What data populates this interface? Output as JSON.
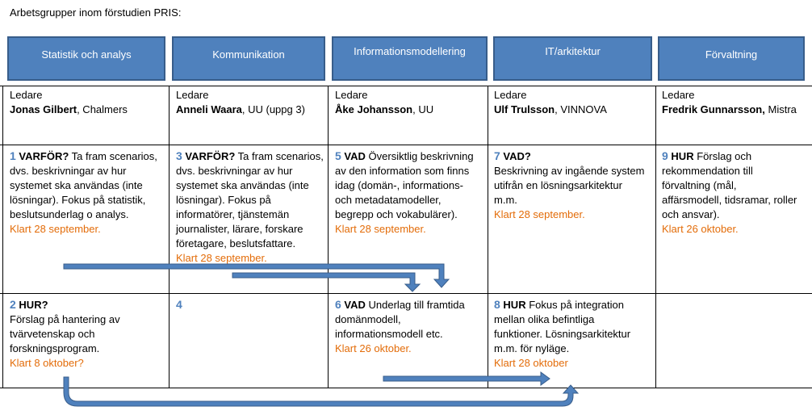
{
  "title": "Arbetsgrupper inom förstudien PRIS:",
  "columns": [
    {
      "header": "Statistik och analys",
      "leader_label": "Ledare",
      "leader_name": "Jonas Gilbert",
      "leader_org": ", Chalmers"
    },
    {
      "header": "Kommunikation",
      "leader_label": "Ledare",
      "leader_name": "Anneli Waara",
      "leader_org": ", UU (uppg 3)"
    },
    {
      "header": "Informationsmodellering",
      "leader_label": "Ledare",
      "leader_name": "Åke Johansson",
      "leader_org": ", UU"
    },
    {
      "header": "IT/arkitektur",
      "leader_label": "Ledare",
      "leader_name": "Ulf Trulsson",
      "leader_org": ", VINNOVA"
    },
    {
      "header": "Förvaltning",
      "leader_label": "Ledare",
      "leader_name": "Fredrik Gunnarsson,",
      "leader_org": " Mistra"
    }
  ],
  "tasks": {
    "t1": {
      "num": "1",
      "keyword": "VARFÖR?",
      "text_a": " Ta fram scenarios,",
      "text_b": "dvs. beskrivningar av hur",
      "text_c": "systemet ska användas (inte",
      "text_d": "lösningar). Fokus på statistik,",
      "text_e": "beslutsunderlag o analys.",
      "done": "Klart 28 september."
    },
    "t2": {
      "num": "2",
      "keyword": "HUR?",
      "text_a": "Förslag på hantering av",
      "text_b": "tvärvetenskap och",
      "text_c": "forskningsprogram.",
      "done": "Klart 8 oktober?"
    },
    "t3": {
      "num": "3",
      "keyword": "VARFÖR?",
      "text_a": " Ta fram scenarios,",
      "text_b": "dvs. beskrivningar av hur",
      "text_c": "systemet ska användas (inte",
      "text_d": "lösningar). Fokus på",
      "text_e": "informatörer, tjänstemän",
      "text_f": "journalister, lärare, forskare",
      "text_g": "företagare, beslutsfattare.",
      "done": "Klart 28 september."
    },
    "t4": {
      "num": "4"
    },
    "t5": {
      "num": "5",
      "keyword": "VAD",
      "text_a": " Översiktlig beskrivning",
      "text_b": "av den information som finns",
      "text_c": "idag (domän-, informations-",
      "text_d": "och metadatamodeller,",
      "text_e": "begrepp och vokabulärer).",
      "done": "Klart 28 september."
    },
    "t6": {
      "num": "6",
      "keyword": "VAD",
      "text_a": " Underlag till framtida",
      "text_b": "domänmodell,",
      "text_c": "informationsmodell etc.",
      "done": "Klart 26 oktober."
    },
    "t7": {
      "num": "7",
      "keyword": "VAD?",
      "text_a": "Beskrivning av ingående system",
      "text_b": "utifrån en lösningsarkitektur",
      "text_c": "m.m.",
      "done": "Klart 28 september."
    },
    "t8": {
      "num": "8",
      "keyword": "HUR",
      "text_a": " Fokus på integration",
      "text_b": "mellan olika befintliga",
      "text_c": "funktioner. Lösningsarkitektur",
      "text_d": "m.m. för nyläge.",
      "done": "Klart 28 oktober"
    },
    "t9": {
      "num": "9",
      "keyword": "HUR",
      "text_a": " Förslag och",
      "text_b": "rekommendation till",
      "text_c": "förvaltning (mål,",
      "text_d": "affärsmodell, tidsramar, roller",
      "text_e": "och ansvar).",
      "done": "Klart 26 oktober."
    }
  },
  "colors": {
    "header_fill": "#4f81bd",
    "header_border": "#385d8a",
    "arrow": "#4f81bd",
    "done": "#e36c09"
  }
}
